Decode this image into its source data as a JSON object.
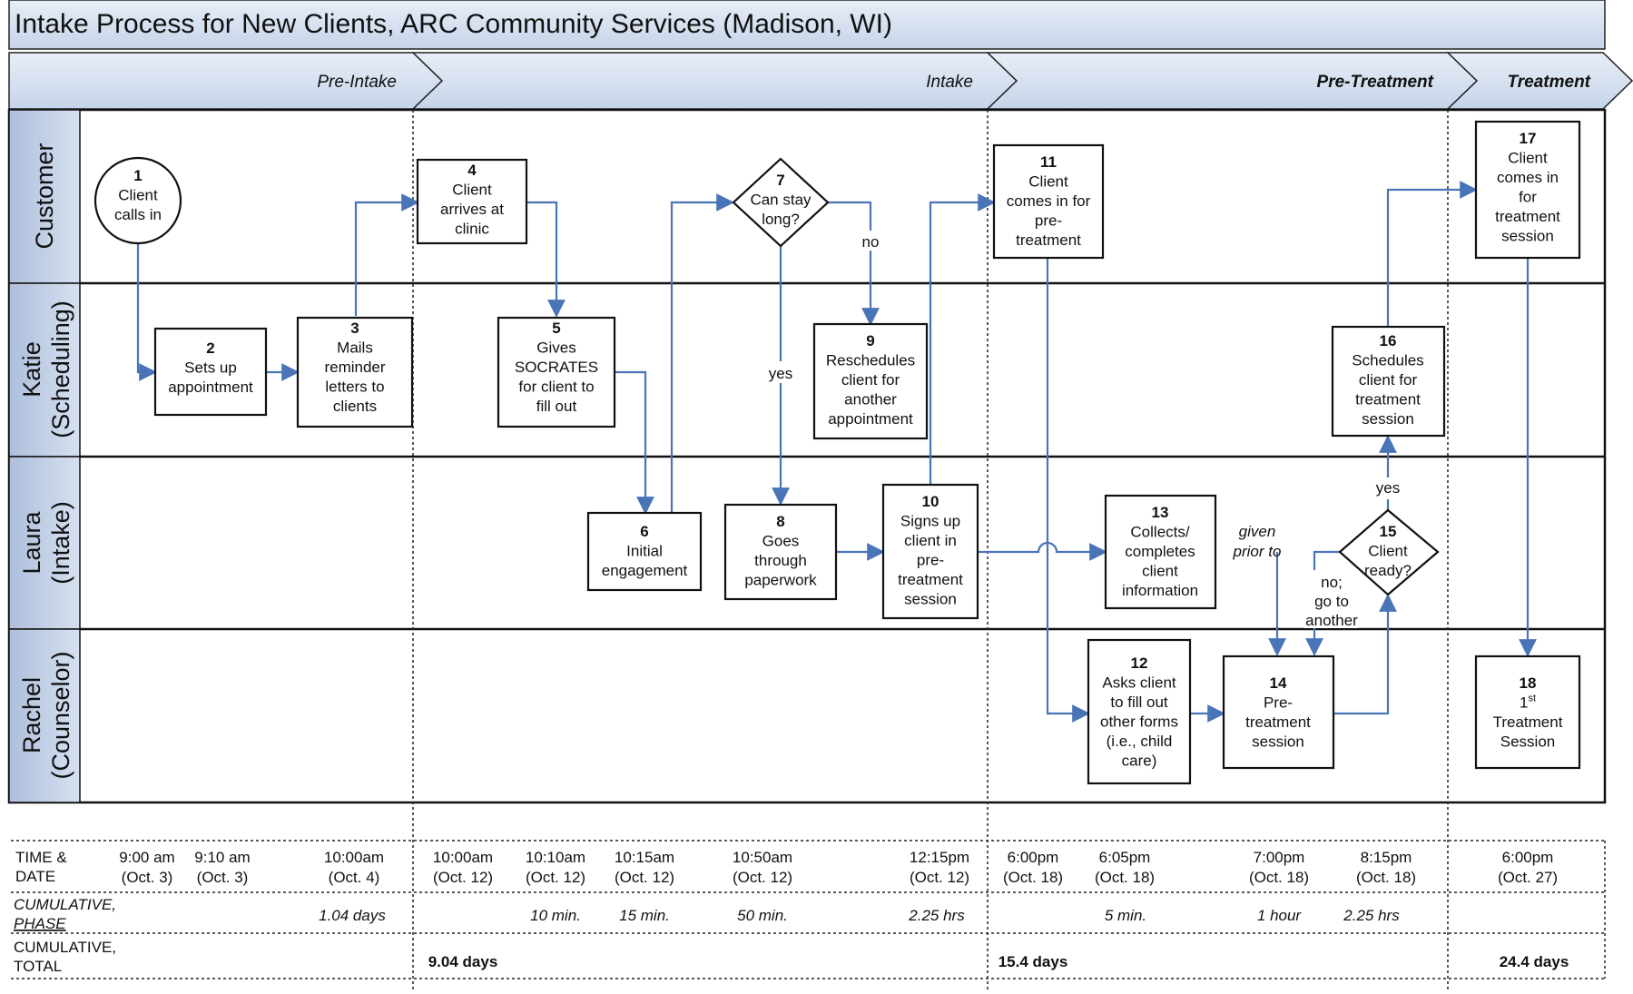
{
  "title": "Intake Process for New Clients, ARC Community Services (Madison, WI)",
  "phases": [
    "Pre-Intake",
    "Intake",
    "Pre-Treatment",
    "Treatment"
  ],
  "lanes": [
    {
      "id": "customer",
      "lines": [
        "Customer"
      ]
    },
    {
      "id": "katie",
      "lines": [
        "Katie",
        "(Scheduling)"
      ]
    },
    {
      "id": "laura",
      "lines": [
        "Laura",
        "(Intake)"
      ]
    },
    {
      "id": "rachel",
      "lines": [
        "Rachel",
        "(Counselor)"
      ]
    }
  ],
  "nodes": [
    {
      "id": "n1",
      "num": "1",
      "shape": "circle",
      "text": [
        "Client",
        "calls in"
      ]
    },
    {
      "id": "n2",
      "num": "2",
      "shape": "box",
      "text": [
        "Sets up",
        "appointment"
      ]
    },
    {
      "id": "n3",
      "num": "3",
      "shape": "box",
      "text": [
        "Mails",
        "reminder",
        "letters to",
        "clients"
      ]
    },
    {
      "id": "n4",
      "num": "4",
      "shape": "box",
      "text": [
        "Client",
        "arrives at",
        "clinic"
      ]
    },
    {
      "id": "n5",
      "num": "5",
      "shape": "box",
      "text": [
        "Gives",
        "SOCRATES",
        "for client to",
        "fill out"
      ]
    },
    {
      "id": "n6",
      "num": "6",
      "shape": "box",
      "text": [
        "Initial",
        "engagement"
      ]
    },
    {
      "id": "n7",
      "num": "7",
      "shape": "diamond",
      "text": [
        "Can stay",
        "long?"
      ]
    },
    {
      "id": "n8",
      "num": "8",
      "shape": "box",
      "text": [
        "Goes",
        "through",
        "paperwork"
      ]
    },
    {
      "id": "n9",
      "num": "9",
      "shape": "box",
      "text": [
        "Reschedules",
        "client for",
        "another",
        "appointment"
      ]
    },
    {
      "id": "n10",
      "num": "10",
      "shape": "box",
      "text": [
        "Signs up",
        "client in",
        "pre-",
        "treatment",
        "session"
      ]
    },
    {
      "id": "n11",
      "num": "11",
      "shape": "box",
      "text": [
        "Client",
        "comes in for",
        "pre-",
        "treatment"
      ]
    },
    {
      "id": "n12",
      "num": "12",
      "shape": "box",
      "text": [
        "Asks client",
        "to fill out",
        "other forms",
        "(i.e., child",
        "care)"
      ]
    },
    {
      "id": "n13",
      "num": "13",
      "shape": "box",
      "text": [
        "Collects/",
        "completes",
        "client",
        "information"
      ]
    },
    {
      "id": "n14",
      "num": "14",
      "shape": "box",
      "text": [
        "Pre-",
        "treatment",
        "session"
      ]
    },
    {
      "id": "n15",
      "num": "15",
      "shape": "diamond",
      "text": [
        "Client",
        "ready?"
      ]
    },
    {
      "id": "n16",
      "num": "16",
      "shape": "box",
      "text": [
        "Schedules",
        "client for",
        "treatment",
        "session"
      ]
    },
    {
      "id": "n17",
      "num": "17",
      "shape": "box",
      "text": [
        "Client",
        "comes in",
        "for",
        "treatment",
        "session"
      ]
    },
    {
      "id": "n18",
      "num": "18",
      "shape": "box",
      "num_sup": "st",
      "text": [
        "Treatment",
        "Session"
      ],
      "num_line2": "1"
    }
  ],
  "edge_labels": {
    "no": "no",
    "yes7": "yes",
    "yes15": "yes",
    "given_prior": [
      "given",
      "prior to"
    ],
    "no_go": [
      "no;",
      "go to",
      "another"
    ]
  },
  "table": {
    "row_labels": {
      "time": [
        "TIME &",
        "DATE"
      ],
      "cum_phase": [
        "CUMULATIVE,",
        "PHASE"
      ],
      "cum_total": [
        "CUMULATIVE,",
        "TOTAL"
      ]
    },
    "times": [
      [
        "9:00 am",
        "(Oct. 3)"
      ],
      [
        "9:10 am",
        "(Oct. 3)"
      ],
      [
        "10:00am",
        "(Oct. 4)"
      ],
      [
        "10:00am",
        "(Oct. 12)"
      ],
      [
        "10:10am",
        "(Oct. 12)"
      ],
      [
        "10:15am",
        "(Oct. 12)"
      ],
      [
        "10:50am",
        "(Oct. 12)"
      ],
      [
        "12:15pm",
        "(Oct. 12)"
      ],
      [
        "6:00pm",
        "(Oct. 18)"
      ],
      [
        "6:05pm",
        "(Oct. 18)"
      ],
      [
        "7:00pm",
        "(Oct. 18)"
      ],
      [
        "8:15pm",
        "(Oct. 18)"
      ],
      [
        "6:00pm",
        "(Oct. 27)"
      ]
    ],
    "cum_phase": [
      "1.04 days",
      "10 min.",
      "15 min.",
      "50 min.",
      "2.25 hrs",
      "5 min.",
      "1 hour",
      "2.25 hrs"
    ],
    "cum_total": [
      "9.04 days",
      "15.4 days",
      "24.4 days"
    ]
  },
  "colors": {
    "lane_fill": "#c9d6ea",
    "header_fill": "#dbe5f2",
    "arrow": "#4a74b8",
    "border": "#111111"
  }
}
